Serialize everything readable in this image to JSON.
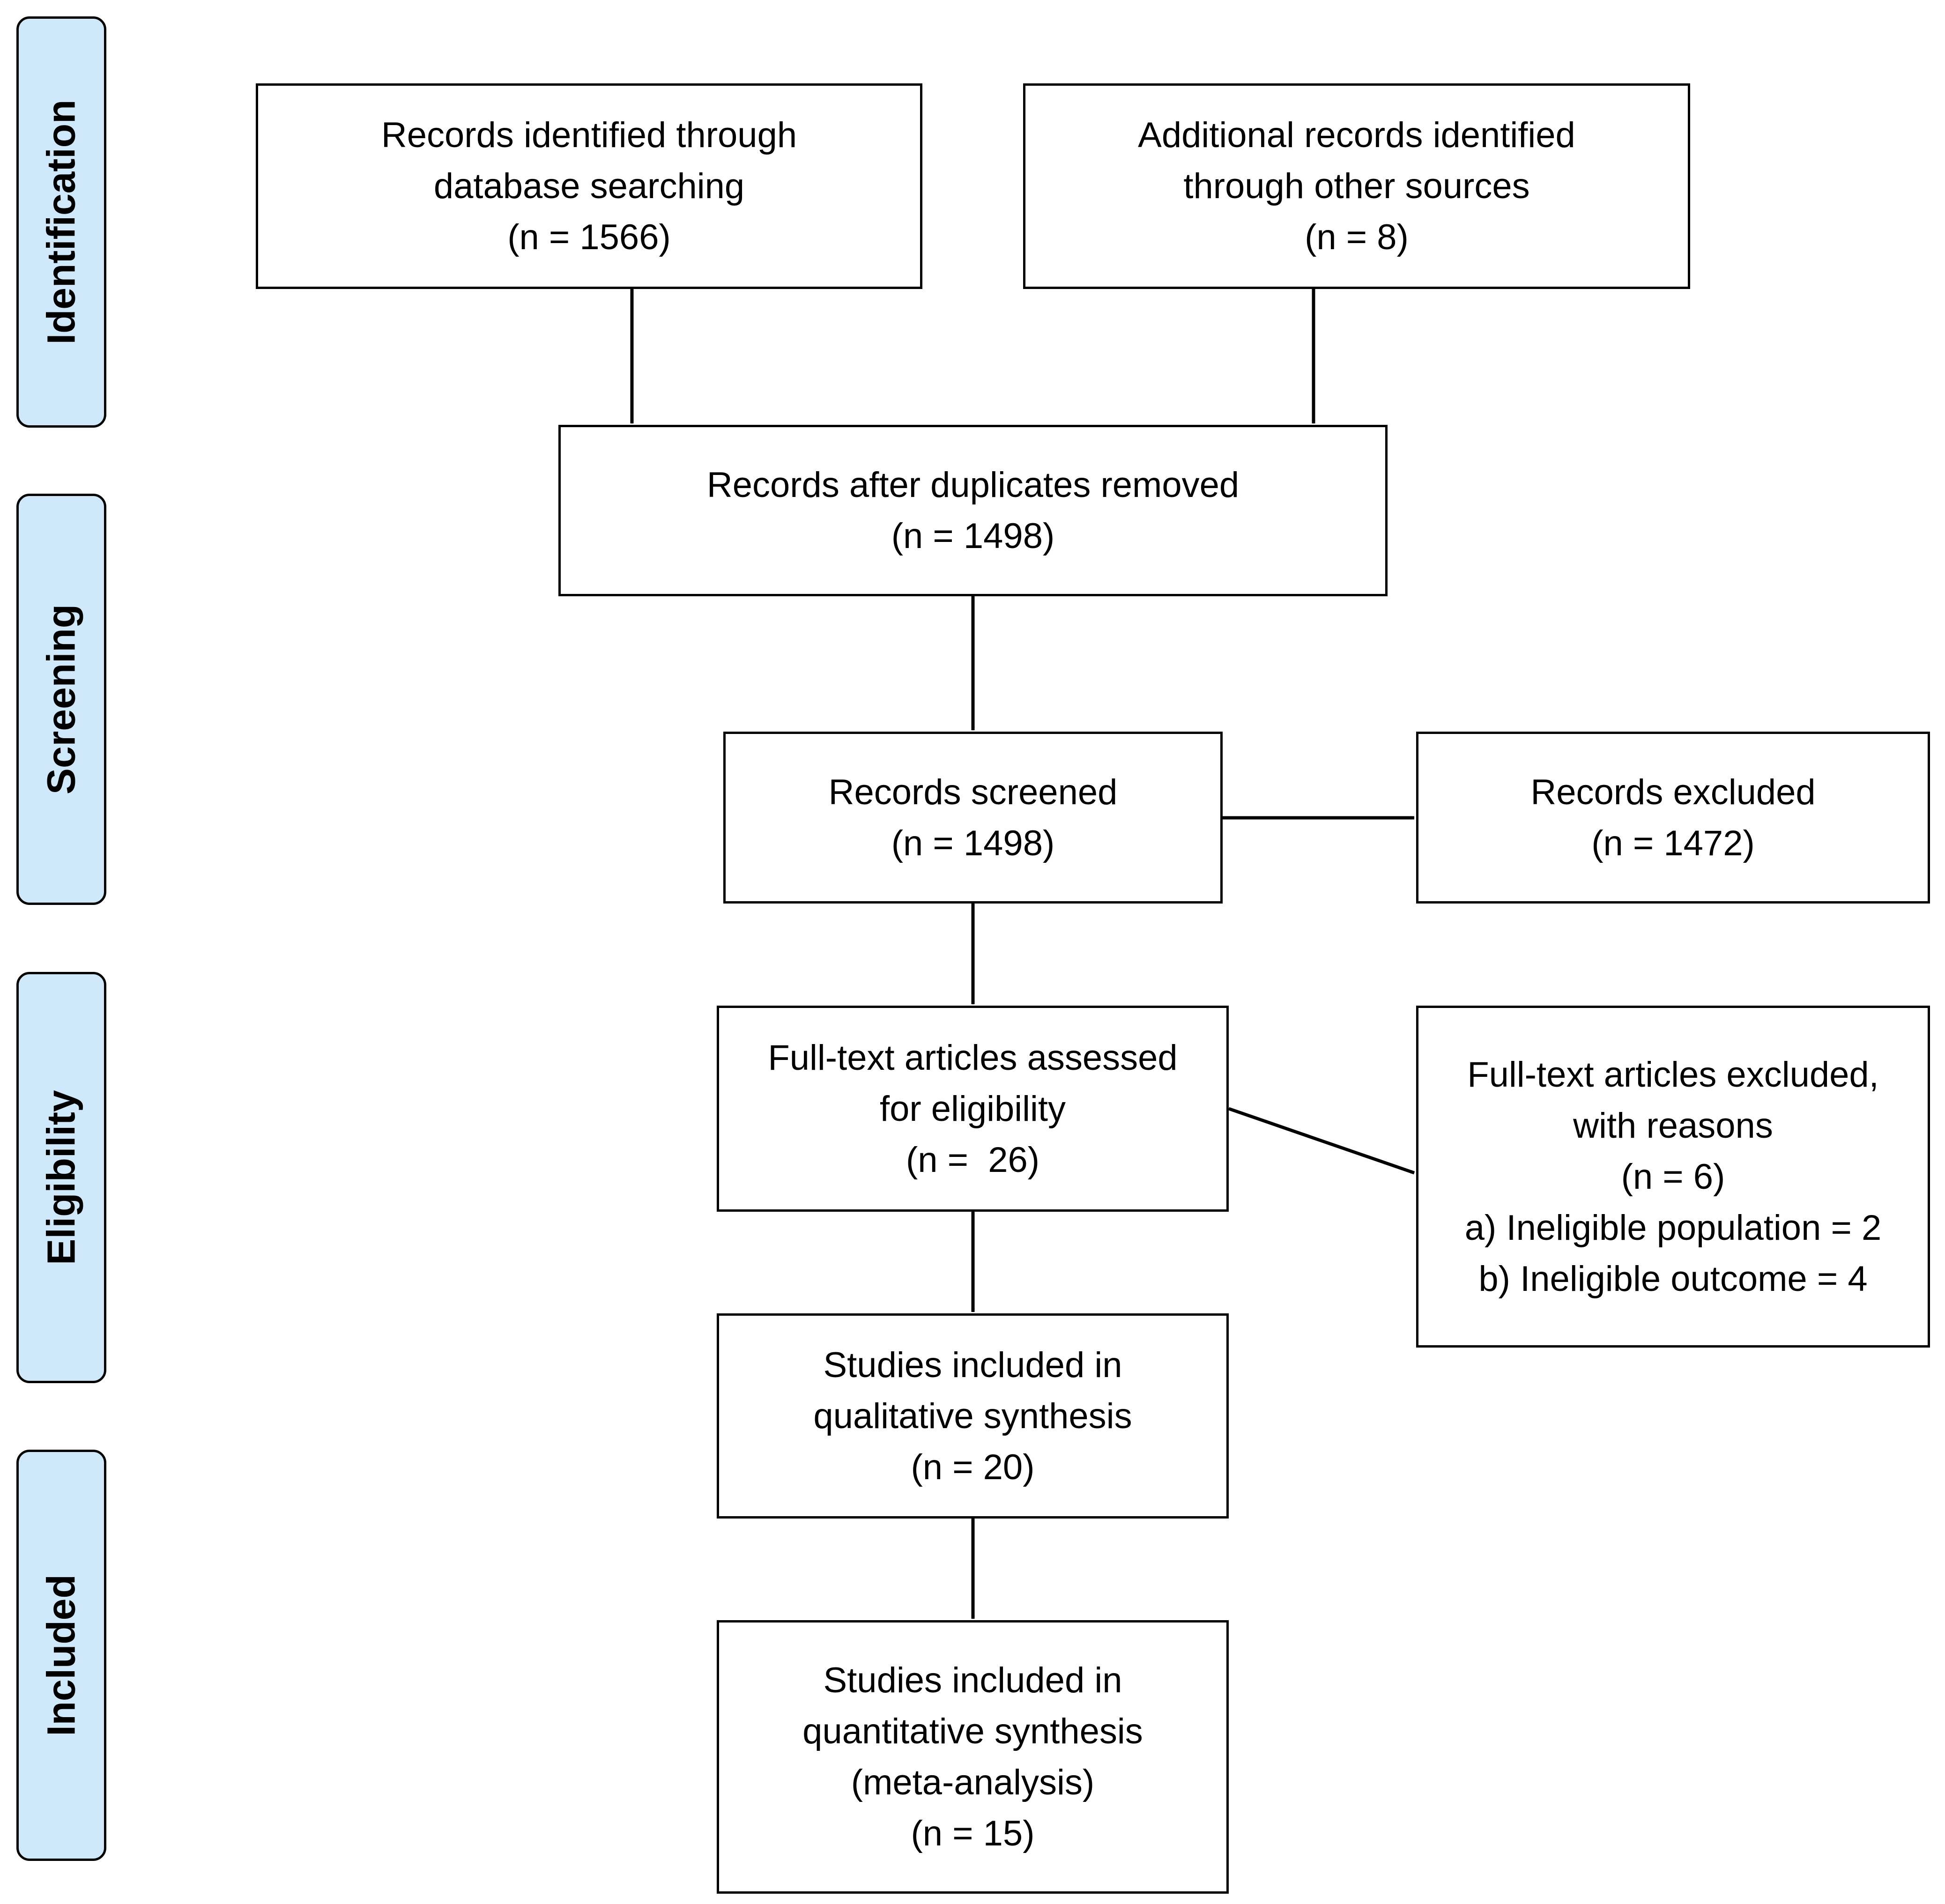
{
  "stages": {
    "identification": "Identification",
    "screening": "Screening",
    "eligibility": "Eligibility",
    "included": "Included"
  },
  "boxes": {
    "database_records": {
      "lines": [
        "Records identified through",
        "database searching",
        "(n = 1566)"
      ],
      "count": 1566
    },
    "other_records": {
      "lines": [
        "Additional records identified",
        "through other sources",
        "(n = 8)"
      ],
      "count": 8
    },
    "after_duplicates": {
      "lines": [
        "Records after duplicates removed",
        "(n = 1498)"
      ],
      "count": 1498
    },
    "screened": {
      "lines": [
        "Records screened",
        "(n = 1498)"
      ],
      "count": 1498
    },
    "excluded": {
      "lines": [
        "Records excluded",
        "(n = 1472)"
      ],
      "count": 1472
    },
    "fulltext_assessed": {
      "lines": [
        "Full-text articles assessed",
        "for eligibility",
        "(n =  26)"
      ],
      "count": 26
    },
    "fulltext_excluded": {
      "lines": [
        "Full-text articles excluded,",
        "with reasons",
        "(n = 6)",
        "a) Ineligible population = 2",
        "b) Ineligible outcome = 4"
      ],
      "count": 6
    },
    "qualitative": {
      "lines": [
        "Studies included in",
        "qualitative synthesis",
        "(n = 20)"
      ],
      "count": 20
    },
    "quantitative": {
      "lines": [
        "Studies included in",
        "quantitative synthesis",
        "(meta-analysis)",
        "(n = 15)"
      ],
      "count": 15
    }
  },
  "edges": [
    {
      "from": "database_records",
      "to": "after_duplicates"
    },
    {
      "from": "other_records",
      "to": "after_duplicates"
    },
    {
      "from": "after_duplicates",
      "to": "screened"
    },
    {
      "from": "screened",
      "to": "excluded"
    },
    {
      "from": "screened",
      "to": "fulltext_assessed"
    },
    {
      "from": "fulltext_assessed",
      "to": "fulltext_excluded"
    },
    {
      "from": "fulltext_assessed",
      "to": "qualitative"
    },
    {
      "from": "qualitative",
      "to": "quantitative"
    }
  ],
  "colors": {
    "stage_fill": "#cfe8fa",
    "stroke": "#000000",
    "box_fill": "#ffffff"
  }
}
